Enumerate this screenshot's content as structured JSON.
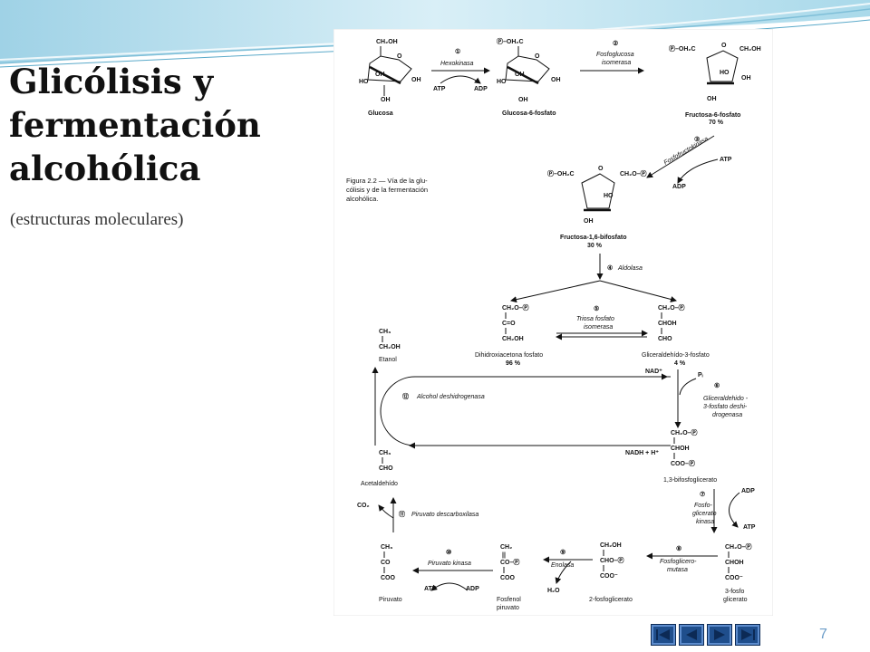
{
  "slide": {
    "title_lines": [
      "Glicólisis y",
      "fermentación",
      "alcohólica"
    ],
    "subtitle": "(estructuras moleculares)",
    "page_number": "7"
  },
  "figure": {
    "caption": [
      "Figura 2.2 — Vía de la glu-",
      "cólisis y de la fermentación",
      "alcohólica."
    ],
    "compounds": {
      "glucosa": "Glucosa",
      "glucosa6p": "Glucosa-6-fosfato",
      "fructosa6p": "Fructosa-6-fosfato",
      "fructosa6p_pct": "70 %",
      "fructosa16bp": "Fructosa-1,6-bifosfato",
      "fructosa16bp_pct": "30 %",
      "dhap": "Dihidroxiacetona fosfato",
      "dhap_pct": "96 %",
      "g3p": "Gliceraldehído-3-fosfato",
      "g3p_pct": "4 %",
      "bpg13": "1,3-bifosfoglicerato",
      "pg3_a": "3-fosfo",
      "pg3_b": "glicerato",
      "pg2": "2-fosfoglicerato",
      "pep_a": "Fosfenol",
      "pep_b": "piruvato",
      "piruvato": "Piruvato",
      "acetaldehido": "Acetaldehído",
      "etanol": "Etanol"
    },
    "enzymes": {
      "e1": "Hexokinasa",
      "e2_a": "Fosfoglucosa",
      "e2_b": "isomerasa",
      "e3": "Fosfofructokinasa",
      "e4": "Aldolasa",
      "e5_a": "Triosa fosfato",
      "e5_b": "isomerasa",
      "e6_a": "Gliceraldehido -",
      "e6_b": "3-fosfato deshi-",
      "e6_c": "drogenasa",
      "e7_a": "Fosfo-",
      "e7_b": "glicerato",
      "e7_c": "kinasa",
      "e8_a": "Fosfoglicero-",
      "e8_b": "mutasa",
      "e9": "Enolasa",
      "e10": "Piruvato kinasa",
      "e11": "Piruvato descarboxilasa",
      "e12": "Alcohol deshidrogenasa"
    },
    "cofactors": {
      "atp": "ATP",
      "adp": "ADP",
      "nad": "NAD⁺",
      "nadh": "NADH + H⁺",
      "pi": "Pᵢ",
      "co2": "CO₂",
      "h2o": "H₂O"
    },
    "step_numbers": [
      "①",
      "②",
      "③",
      "④",
      "⑤",
      "⑥",
      "⑦",
      "⑧",
      "⑨",
      "⑩",
      "⑪",
      "⑫"
    ],
    "groups": {
      "p": "Ⓟ",
      "ch2oh": "CH₂OH",
      "oh": "OH",
      "ho": "HO",
      "o": "O",
      "ph2c": "Ⓟ–OH₂C",
      "ch2op": "CH₂O–Ⓟ",
      "ch3": "CH₃",
      "cho": "CHO",
      "choh": "CHOH",
      "co": "C=O",
      "coo_p": "COO–Ⓟ",
      "coo_minus": "COO⁻",
      "cho_p": "CHO–Ⓟ",
      "ch2": "CH₂",
      "co_p": "CO–Ⓟ",
      "co_plain": "CO",
      "coo": "COO",
      "bar": "|",
      "dbar": "||"
    }
  },
  "nav": {
    "buttons": [
      "first-slide-icon",
      "previous-slide-icon",
      "next-slide-icon",
      "last-slide-icon"
    ]
  },
  "colors": {
    "nav_blue": "#1f4e8c",
    "header_teal": "#bfe3ef",
    "page_number": "#6b9cc8"
  }
}
